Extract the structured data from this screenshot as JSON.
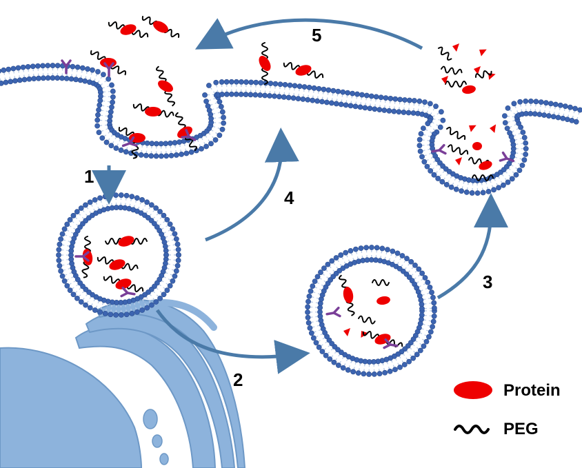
{
  "colors": {
    "membrane_head": "#3c64b0",
    "membrane_dark": "#2a4b8c",
    "membrane_tail": "#b9cbe6",
    "arrow": "#4a7aa8",
    "protein": "#ee0000",
    "peg": "#000000",
    "receptor": "#7a3f98",
    "golgi": "#8db3dc",
    "golgi_dark": "#6d98c6",
    "background": "#ffffff"
  },
  "steps": {
    "s1": "1",
    "s2": "2",
    "s3": "3",
    "s4": "4",
    "s5": "5"
  },
  "legend": {
    "protein_label": "Protein",
    "peg_label": "PEG",
    "protein_icon": "red-ellipse",
    "peg_icon": "black-wavy-line"
  }
}
